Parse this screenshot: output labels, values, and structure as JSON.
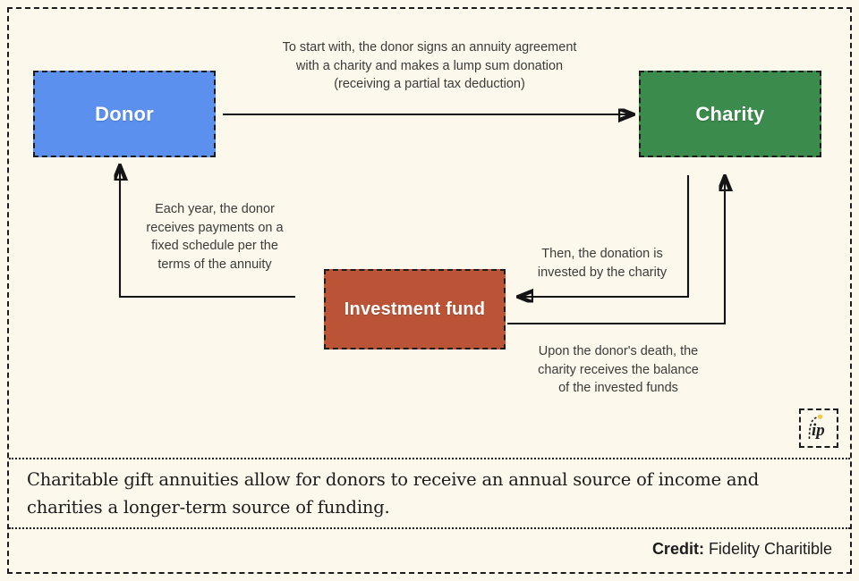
{
  "diagram": {
    "type": "flow-diagram",
    "title": "Charitable gift annuity flow",
    "nodes": [
      {
        "id": "donor",
        "label": "Donor",
        "color": "#5b90ef"
      },
      {
        "id": "charity",
        "label": "Charity",
        "color": "#3a8b4c"
      },
      {
        "id": "investment_fund",
        "label": "Investment fund",
        "color": "#bb5437"
      }
    ],
    "edges": [
      {
        "id": "donor-to-charity",
        "from": "donor",
        "to": "charity",
        "label": "To start with, the donor signs an annuity agreement\nwith a charity and makes a lump sum donation\n(receiving a partial tax deduction)"
      },
      {
        "id": "charity-to-investment",
        "from": "charity",
        "to": "investment_fund",
        "label": "Then, the donation is\ninvested by the charity"
      },
      {
        "id": "investment-to-charity",
        "from": "investment_fund",
        "to": "charity",
        "label": "Upon the donor's death, the\ncharity receives the balance\nof the invested funds"
      },
      {
        "id": "investment-to-donor",
        "from": "investment_fund",
        "to": "donor",
        "label": "Each year, the donor\nreceives payments on a\nfixed schedule per the\nterms of the annuity"
      }
    ]
  },
  "caption": {
    "text": "Charitable gift annuities allow for donors to receive an annual source of income and charities a longer-term source of funding."
  },
  "credit": {
    "label": "Credit:",
    "source": " Fidelity Charitible"
  },
  "logo": {
    "name": "ip-logo",
    "text": "ip",
    "dot_color": "#f5c842"
  },
  "colors": {
    "background": "#fcf8ec",
    "border": "#1c1c1c",
    "text": "#1c1c1c",
    "annotation_text": "#3b3b38",
    "donor": "#5b90ef",
    "charity": "#3a8b4c",
    "investment_fund": "#bb5437"
  }
}
